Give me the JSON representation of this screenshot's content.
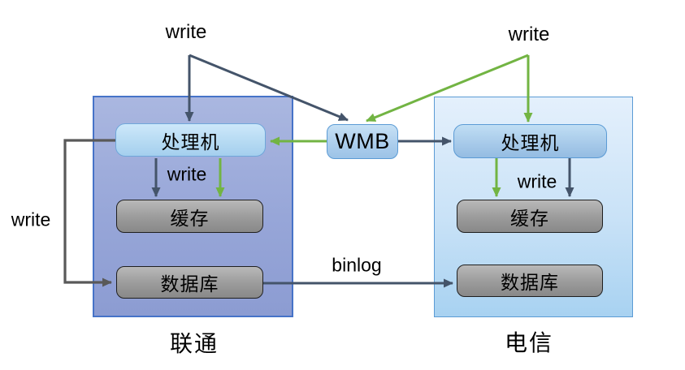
{
  "broker": {
    "label": "WMB"
  },
  "unicom": {
    "title": "联通",
    "processor": "处理机",
    "cache": "缓存",
    "database": "数据库"
  },
  "telecom": {
    "title": "电信",
    "processor": "处理机",
    "cache": "缓存",
    "database": "数据库"
  },
  "edge_labels": {
    "write_top_unicom": "write",
    "write_top_telecom": "write",
    "write_unicom_cache": "write",
    "write_telecom_cache": "write",
    "write_unicom_db": "write",
    "binlog": "binlog"
  },
  "arrows": [
    {
      "label": "write",
      "from": "client-unicom",
      "to": "unicom.processor",
      "color": "dark"
    },
    {
      "label": "write",
      "from": "client-unicom",
      "to": "WMB",
      "color": "dark"
    },
    {
      "label": "write",
      "from": "client-telecom",
      "to": "telecom.processor",
      "color": "green"
    },
    {
      "label": "write",
      "from": "client-telecom",
      "to": "WMB",
      "color": "green"
    },
    {
      "label": "",
      "from": "WMB",
      "to": "unicom.processor",
      "color": "green"
    },
    {
      "label": "",
      "from": "WMB",
      "to": "telecom.processor",
      "color": "dark"
    },
    {
      "label": "write",
      "from": "unicom.processor",
      "to": "unicom.cache",
      "color": "dark"
    },
    {
      "label": "",
      "from": "WMB-via-unicom.processor",
      "to": "unicom.cache",
      "color": "green"
    },
    {
      "label": "write",
      "from": "telecom.processor",
      "to": "telecom.cache",
      "color": "green"
    },
    {
      "label": "",
      "from": "WMB-via-telecom.processor",
      "to": "telecom.cache",
      "color": "dark"
    },
    {
      "label": "write",
      "from": "unicom.processor",
      "to": "unicom.database",
      "color": "gray"
    },
    {
      "label": "binlog",
      "from": "unicom.database",
      "to": "telecom.database",
      "color": "dark"
    }
  ],
  "colors": {
    "dark_arrow": "#44546a",
    "green_arrow": "#72b443",
    "gray_arrow": "#595959",
    "unicom_region_fill": "#98a6d8",
    "unicom_region_border": "#4673c8",
    "telecom_region_fill": "#c9e2f7",
    "telecom_region_border": "#5b9bd5",
    "blue_node_fill": "#aed4ef",
    "gray_node_fill": "#9d9d9d"
  }
}
